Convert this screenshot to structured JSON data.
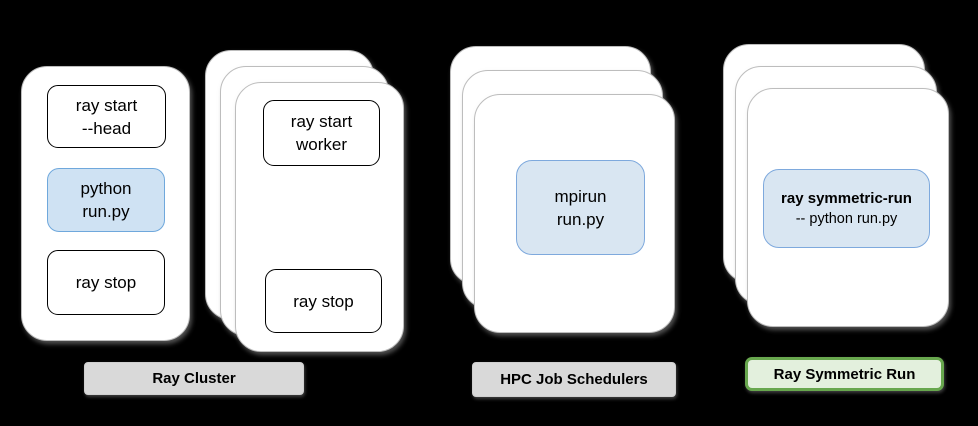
{
  "colors": {
    "background": "#000000",
    "text": "#000000",
    "card_fill": "#ffffff",
    "card_border": "#bdbdbd",
    "command_border": "#000000",
    "blue_fill": "#cfe2f3",
    "blue_border": "#6fa8dc",
    "blue_soft_fill": "#d9e6f2",
    "blue_soft_border": "#7ea9dd",
    "gray_label_fill": "#d9d9d9",
    "green_label_fill": "#e3f0dd",
    "green_label_border": "#68a74e"
  },
  "head_card": {
    "start": {
      "line1": "ray start",
      "line2": "--head"
    },
    "run": {
      "line1": "python",
      "line2": "run.py"
    },
    "stop": {
      "line1": "ray stop"
    }
  },
  "worker_card": {
    "start": {
      "line1": "ray start",
      "line2": "worker"
    },
    "stop": {
      "line1": "ray stop"
    }
  },
  "hpc_card": {
    "run": {
      "line1": "mpirun",
      "line2": "run.py"
    }
  },
  "symmetric_card": {
    "run": {
      "line1": "ray symmetric-run",
      "line2": "-- python run.py"
    }
  },
  "labels": {
    "ray_cluster": "Ray Cluster",
    "hpc_job_schedulers": "HPC Job Schedulers",
    "ray_symmetric_run": "Ray Symmetric Run"
  }
}
